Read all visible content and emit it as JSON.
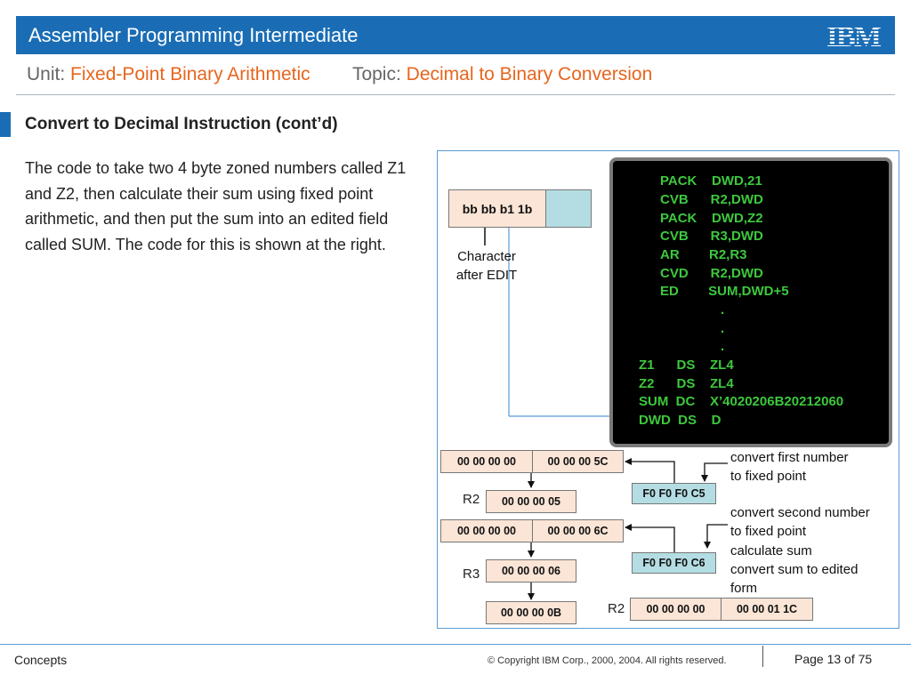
{
  "header": {
    "course_title": "Assembler Programming Intermediate",
    "logo_text": "IBM",
    "unit_label": "Unit:",
    "unit_value": "Fixed-Point Binary Arithmetic",
    "topic_label": "Topic:",
    "topic_value": "Decimal to Binary Conversion"
  },
  "slide": {
    "title": "Convert to Decimal Instruction (cont’d)",
    "body": "The code to take two 4 byte zoned numbers called Z1 and Z2, then calculate their sum using fixed point arithmetic, and then put the sum into an edited field called SUM. The code for this is shown at the right."
  },
  "diagram": {
    "edit_box_text": "bb bb b1 1b",
    "character_note": [
      "Character",
      "after EDIT"
    ],
    "code_lines": [
      "PACK    DWD,21",
      "CVB      R2,DWD",
      "PACK    DWD,Z2",
      "CVB      R3,DWD",
      "AR        R2,R3",
      "CVD      R2,DWD",
      "ED        SUM,DWD+5",
      ".",
      ".",
      ".",
      "Z1      DS    ZL4",
      "Z2      DS    ZL4",
      "SUM  DC    X’4020206B20212060",
      "DWD  DS    D"
    ],
    "dwd1": [
      "00 00 00 00",
      "00 00 00 5C"
    ],
    "dwd2": [
      "00 00 00 00",
      "00 00 00 6C"
    ],
    "dwd3": [
      "00 00 00 00",
      "00 00 01 1C"
    ],
    "zoned1": "F0 F0 F0 C5",
    "zoned2": "F0 F0 F0 C6",
    "r2_label": "R2",
    "r2_value": "00 00 00 05",
    "r3_label": "R3",
    "r3_value": "00 00 00 06",
    "sum_value": "00 00 00 0B",
    "r2_label_2": "R2",
    "notes": {
      "n1a": "convert first number",
      "n1b": "to fixed point",
      "n2a": "convert second number",
      "n2b": "to fixed point",
      "n3": "calculate sum",
      "n4a": "convert sum to edited",
      "n4b": "form"
    }
  },
  "footer": {
    "left": "Concepts",
    "copyright": "© Copyright IBM Corp., 2000, 2004. All rights reserved.",
    "page": "Page 13 of 75"
  },
  "colors": {
    "brand_blue": "#1a6db5",
    "accent_orange": "#e8651d",
    "code_green": "#3dc83d",
    "box_peach": "#fbe5d6",
    "box_light_blue": "#b4dde3"
  }
}
